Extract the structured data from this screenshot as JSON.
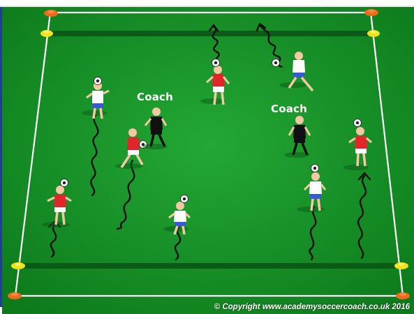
{
  "diagram": {
    "coach_labels": [
      "Coach",
      "Coach"
    ],
    "copyright": "© Copyright www.academysoccercoach.co.uk 2016",
    "colors": {
      "grass": "#1f9a2a",
      "grass_dark": "#0f7a1e",
      "lines": "#ffffff",
      "cone_orange": "#f06a1a",
      "cone_yellow": "#f2e21a",
      "red_kit": "#e0262b",
      "white_kit": "#ffffff",
      "black_kit": "#111111"
    }
  }
}
